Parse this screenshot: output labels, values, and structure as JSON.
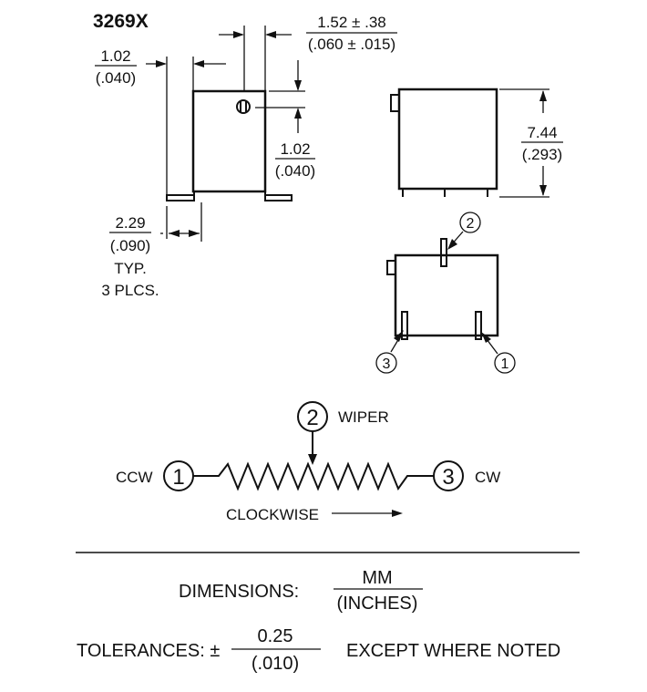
{
  "title": "3269X",
  "dims": {
    "d1_top": "1.52 ± .38",
    "d1_bottom": "(.060 ± .015)",
    "d2_top": "1.02",
    "d2_bottom": "(.040)",
    "d3_top": "1.02",
    "d3_bottom": "(.040)",
    "d4_top": "2.29",
    "d4_bottom": "(.090)",
    "d4_note1": "TYP.",
    "d4_note2": "3 PLCS.",
    "d5_top": "7.44",
    "d5_bottom": "(.293)"
  },
  "pins": {
    "p1": "1",
    "p2": "2",
    "p3": "3"
  },
  "schematic": {
    "wiper_num": "2",
    "wiper_label": "WIPER",
    "ccw_label": "CCW",
    "ccw_num": "1",
    "cw_num": "3",
    "cw_label": "CW",
    "clockwise_label": "CLOCKWISE"
  },
  "footer": {
    "dimensions_label": "DIMENSIONS:",
    "unit_top": "MM",
    "unit_bottom": "(INCHES)",
    "tolerances_label": "TOLERANCES: ±",
    "tol_top": "0.25",
    "tol_bottom": "(.010)",
    "except_label": "EXCEPT WHERE NOTED"
  }
}
